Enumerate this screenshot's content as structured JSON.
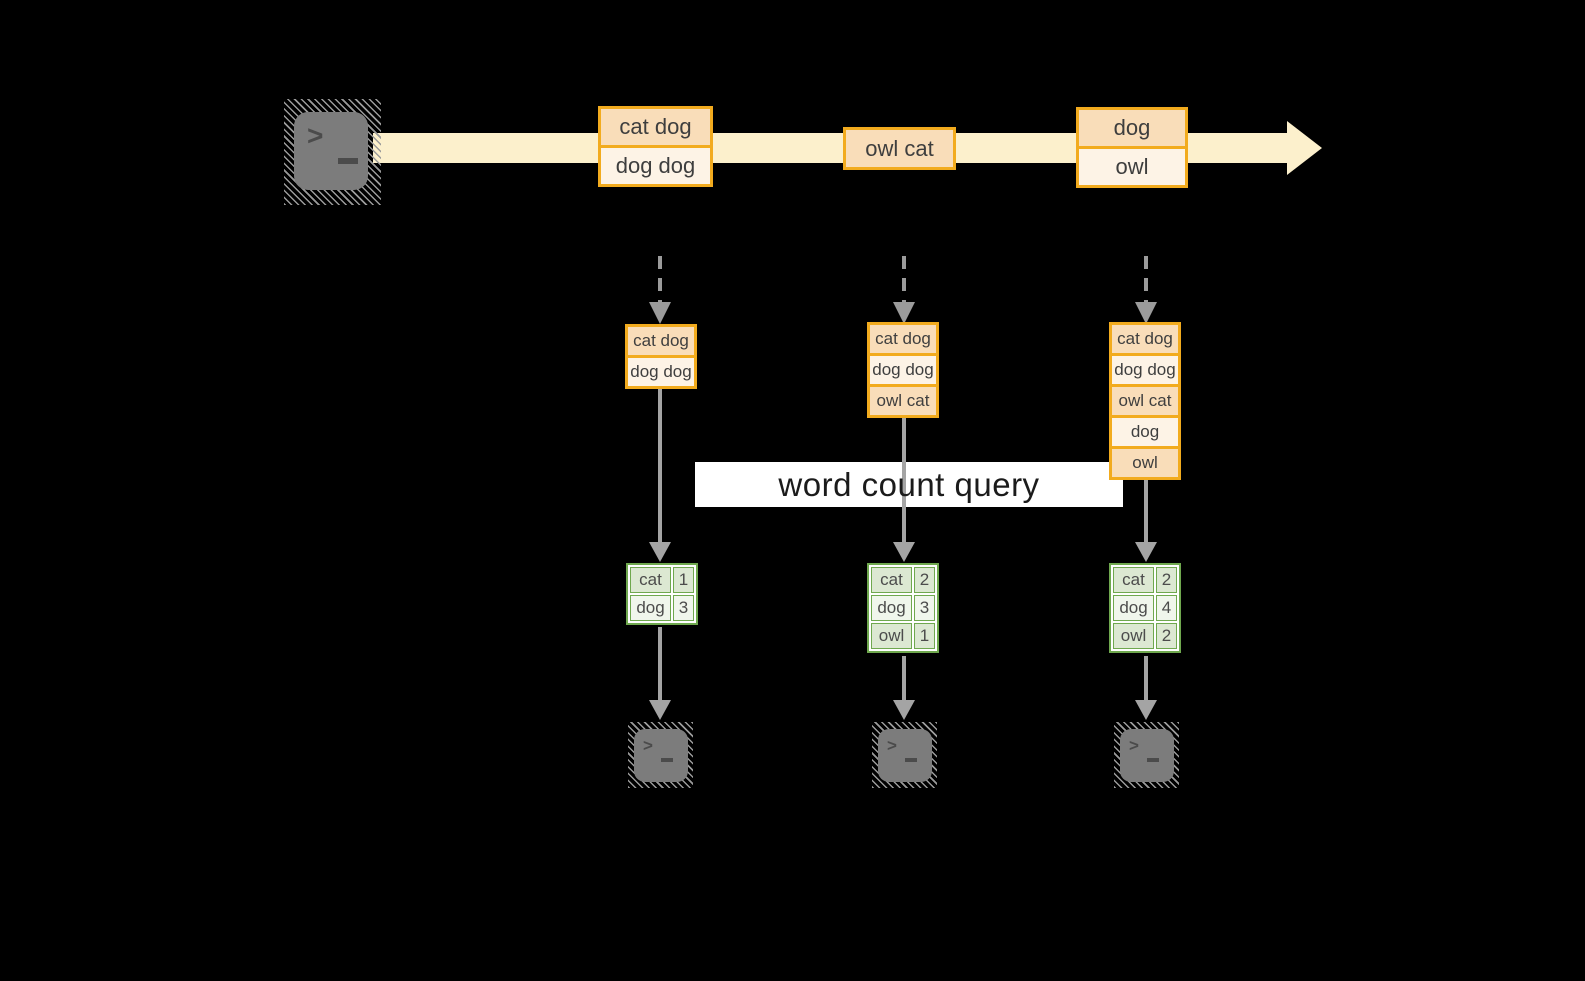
{
  "title": {
    "label": "word count query"
  },
  "colors": {
    "background": "#000000",
    "stream_band": "#fcf0cc",
    "event_border": "#f2ab1e",
    "event_fill_dark": "#f9ddb9",
    "event_fill_light": "#fdf3e6",
    "table_border": "#6fa84e",
    "table_fill_dark": "#dce8d2",
    "table_fill_light": "#f0f6ec",
    "connector_gray": "#a4a4a4",
    "terminal_gray": "#7c7c7c",
    "banner_white": "#ffffff"
  },
  "icons": {
    "source_terminal": "terminal-icon",
    "sink_terminal": "terminal-icon",
    "prompt_glyph": ">"
  },
  "stream": {
    "events": [
      {
        "lines": [
          "cat dog",
          "dog dog"
        ]
      },
      {
        "lines": [
          "owl cat"
        ]
      },
      {
        "lines": [
          "dog",
          "owl"
        ]
      }
    ]
  },
  "partitions": [
    {
      "buffer": [
        "cat dog",
        "dog dog"
      ],
      "counts": [
        {
          "word": "cat",
          "count": 1
        },
        {
          "word": "dog",
          "count": 3
        }
      ]
    },
    {
      "buffer": [
        "cat dog",
        "dog dog",
        "owl cat"
      ],
      "counts": [
        {
          "word": "cat",
          "count": 2
        },
        {
          "word": "dog",
          "count": 3
        },
        {
          "word": "owl",
          "count": 1
        }
      ]
    },
    {
      "buffer": [
        "cat dog",
        "dog dog",
        "owl cat",
        "dog",
        "owl"
      ],
      "counts": [
        {
          "word": "cat",
          "count": 2
        },
        {
          "word": "dog",
          "count": 4
        },
        {
          "word": "owl",
          "count": 2
        }
      ]
    }
  ]
}
